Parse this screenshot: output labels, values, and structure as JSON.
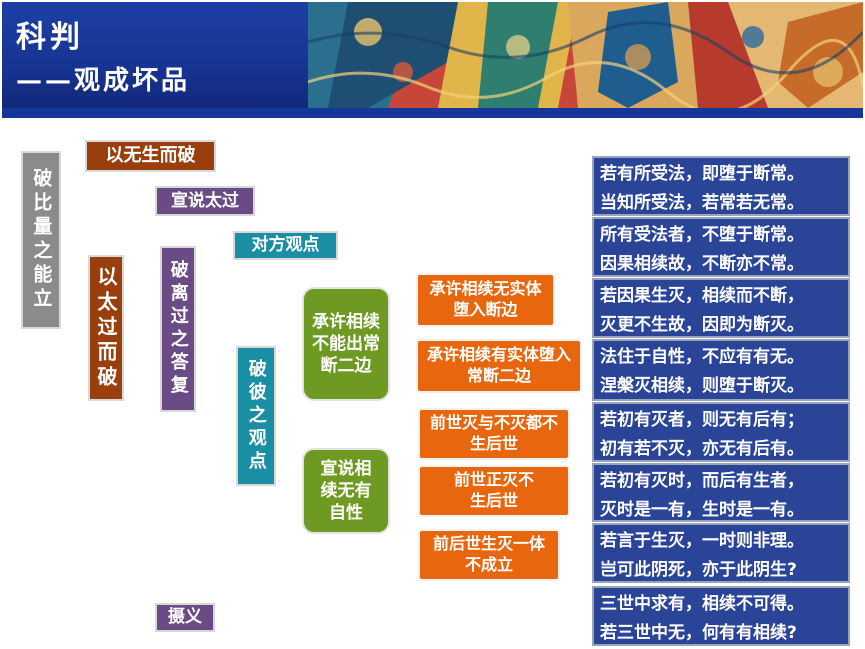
{
  "header": {
    "title1": "科判",
    "title2": "——观成坏品"
  },
  "colors": {
    "header_blue": "#173492",
    "main_bg": "#2c3f9c",
    "line": "#ffffff",
    "gray": "#8b8b8b",
    "brown": "#983f0d",
    "purple": "#6a4b86",
    "teal": "#1a8ea3",
    "green": "#6e9a23",
    "orange": "#e8660e"
  },
  "nodes": {
    "root": "破比量之能立",
    "by_no_birth": "以无生而破",
    "by_excess": "以太过而破",
    "state_excess": "宣说太过",
    "refute_reply": "破离过之答复",
    "opponent_view": "对方观点",
    "refute_their_view": "破彼之观点",
    "accept_continuum": "承许相续不能出常断二边",
    "continuum_no_entity": "承许相续无实体堕入断边",
    "continuum_entity": "承许相续有实体堕入常断二边",
    "state_no_nature": "宣说相续无有自性",
    "prev_ceased_or_not": "前世灭与不灭都不生后世",
    "prev_ceasing": "前世正灭不生后世",
    "prev_next_not_one": "前后世生灭一体不成立",
    "summary": "摄义"
  },
  "verses": [
    [
      "若有所受法，即堕于断常。",
      "当知所受法，若常若无常。"
    ],
    [
      "所有受法者，不堕于断常。",
      "因果相续故，不断亦不常。"
    ],
    [
      "若因果生灭，相续而不断，",
      "灭更不生故，因即为断灭。"
    ],
    [
      "法住于自性，不应有有无。",
      "涅槃灭相续，则堕于断灭。"
    ],
    [
      "若初有灭者，则无有后有；",
      "初有若不灭，亦无有后有。"
    ],
    [
      "若初有灭时，而后有生者，",
      "灭时是一有，生时是一有。"
    ],
    [
      "若言于生灭，一时则非理。",
      "岂可此阴死，亦于此阴生?"
    ],
    [
      "三世中求有，相续不可得。",
      "若三世中无，何有有相续?"
    ]
  ]
}
